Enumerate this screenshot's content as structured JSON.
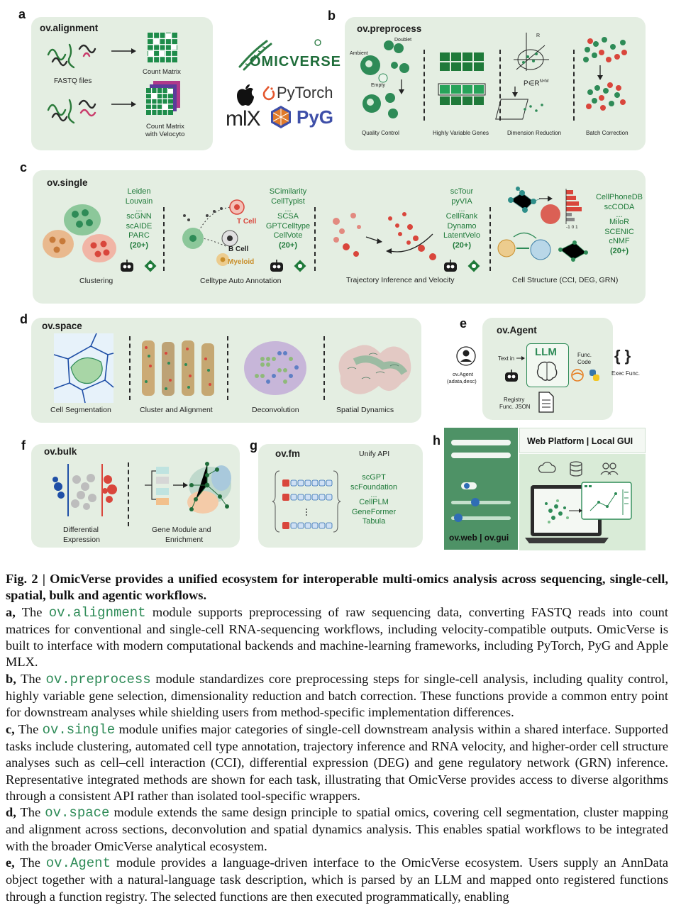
{
  "panels": {
    "a": {
      "letter": "a",
      "title": "ov.alignment",
      "fastq": "FASTQ files",
      "count_matrix": "Count Matrix",
      "count_matrix_velo_1": "Count Matrix",
      "count_matrix_velo_2": "with Velocyto"
    },
    "logos": {
      "omicverse": "OMICVERSE",
      "pytorch": "PyTorch",
      "mlx": "mlX",
      "pyg": "PyG"
    },
    "b": {
      "letter": "b",
      "title": "ov.preprocess",
      "doublet": "Doublet",
      "ambient": "Ambient",
      "empty": "Empty",
      "qc": "Quality Control",
      "hvg": "Highly Variable Genes",
      "dimred": "Dimension Reduction",
      "batch": "Batch Correction",
      "formula": "P∈R",
      "formula_sup": "N×M",
      "r_label": "R"
    },
    "c": {
      "letter": "c",
      "title": "ov.single",
      "m1": [
        "Leiden",
        "Louvain",
        "...",
        "scGNN",
        "scAIDE",
        "PARC",
        "(20+)"
      ],
      "m2": [
        "SCimilarity",
        "CellTypist",
        "...",
        "SCSA",
        "GPTCelltype",
        "CellVote",
        "(20+)"
      ],
      "m3": [
        "scTour",
        "pyVIA",
        "...",
        "CellRank",
        "Dynamo",
        "LatentVelo",
        "(20+)"
      ],
      "m4": [
        "CellPhoneDB",
        "scCODA",
        "...",
        "MiloR",
        "SCENIC",
        "cNMF",
        "(20+)"
      ],
      "tcell": "T Cell",
      "bcell": "B Cell",
      "myeloid": "Myeloid",
      "clustering": "Clustering",
      "annotation": "Celltype Auto Annotation",
      "trajectory": "Trajectory Inference and Velocity",
      "structure": "Cell Structure (CCI, DEG, GRN)",
      "axis_ticks": "-1  0  1"
    },
    "d": {
      "letter": "d",
      "title": "ov.space",
      "seg": "Cell Segmentation",
      "cluster": "Cluster and Alignment",
      "deconv": "Deconvolution",
      "dynamics": "Spatial Dynamics"
    },
    "e": {
      "letter": "e",
      "title": "ov.Agent",
      "llm": "LLM",
      "text_in": "Text in",
      "func_code_1": "Func.",
      "func_code_2": "Code",
      "exec": "Exec Func.",
      "agent_1": "ov.Agent",
      "agent_2": "(adata,desc)",
      "registry_1": "Registry",
      "registry_2": "Func. JSON",
      "braces": "{ }"
    },
    "f": {
      "letter": "f",
      "title": "ov.bulk",
      "de_1": "Differential",
      "de_2": "Expression",
      "gm_1": "Gene Module and",
      "gm_2": "Enrichment"
    },
    "g": {
      "letter": "g",
      "title": "ov.fm",
      "unify": "Unify API",
      "models": [
        "scGPT",
        "scFoundation",
        "...",
        "CellPLM",
        "GeneFormer",
        "Tabula"
      ]
    },
    "h": {
      "letter": "h",
      "web_title": "Web Platform | Local GUI",
      "web_gui": "ov.web | ov.gui"
    }
  },
  "caption": {
    "title": "Fig. 2 | OmicVerse provides a unified ecosystem for interoperable multi-omics analysis across sequencing, single-cell, spatial, bulk and agentic workflows.",
    "a_lead": "a,",
    "a_pre": " The ",
    "a_code": "ov.alignment",
    "a_text": " module supports preprocessing of raw sequencing data, converting FASTQ reads into count matrices for conventional and single-cell RNA-sequencing workflows, including velocity-compatible outputs. OmicVerse is built to interface with modern computational backends and machine-learning frameworks, including PyTorch, PyG and Apple MLX.",
    "b_lead": "b,",
    "b_pre": " The ",
    "b_code": "ov.preprocess",
    "b_text": " module standardizes core preprocessing steps for single-cell analysis, including quality control, highly variable gene selection, dimensionality reduction and batch correction. These functions provide a common entry point for downstream analyses while shielding users from method-specific implementation differences.",
    "c_lead": "c,",
    "c_pre": " The ",
    "c_code": "ov.single",
    "c_text": " module unifies major categories of single-cell downstream analysis within a shared interface. Supported tasks include clustering, automated cell type annotation, trajectory inference and RNA velocity, and higher-order cell structure analyses such as cell–cell interaction (CCI), differential expression (DEG) and gene regulatory network (GRN) inference. Representative integrated methods are shown for each task, illustrating that OmicVerse provides access to diverse algorithms through a consistent API rather than isolated tool-specific wrappers.",
    "d_lead": "d,",
    "d_pre": " The ",
    "d_code": "ov.space",
    "d_text": " module extends the same design principle to spatial omics, covering cell segmentation, cluster mapping and alignment across sections, deconvolution and spatial dynamics analysis. This enables spatial workflows to be integrated with the broader OmicVerse analytical ecosystem.",
    "e_lead": "e,",
    "e_pre": " The ",
    "e_code": "ov.Agent",
    "e_text": " module provides a language-driven interface to the OmicVerse ecosystem. Users supply an AnnData object together with a natural-language task description, which is parsed by an LLM and mapped onto registered functions through a function registry. The selected functions are then executed programmatically, enabling"
  },
  "colors": {
    "panel_bg": "#e4eee2",
    "accent_green": "#2e8b57",
    "dark_green": "#1f6d3a",
    "red": "#d9463c",
    "blue": "#2f6db5"
  }
}
